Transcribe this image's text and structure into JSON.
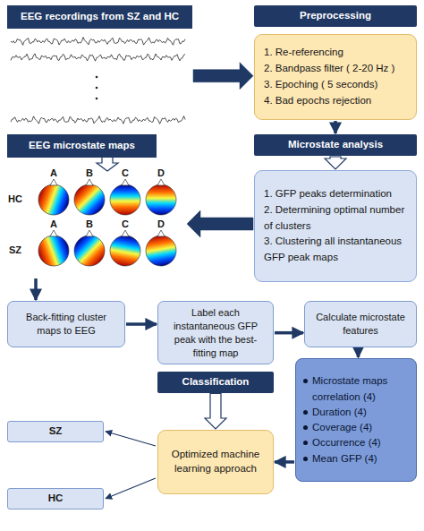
{
  "diagram": {
    "nodes": [
      {
        "text": [
          "EEG recordings from SZ and HC"
        ]
      },
      {
        "text": [
          "Preprocessing"
        ]
      },
      {
        "text": [
          "1. Re-referencing",
          "2. Bandpass filter ( 2-20 Hz )",
          "3. Epoching ( 5 seconds)",
          "4. Bad epochs rejection"
        ]
      },
      {
        "text": [
          "EEG microstate maps"
        ]
      },
      {
        "text": [
          "Microstate analysis"
        ]
      },
      {
        "text": [
          "1. GFP peaks determination",
          "2. Determining optimal number of clusters",
          "3. Clustering all instantaneous GFP peak maps"
        ]
      },
      {
        "text": [
          "Back-fitting cluster maps to EEG"
        ]
      },
      {
        "text": [
          "Label each instantaneous GFP peak with the best-fitting map"
        ]
      },
      {
        "text": [
          "Calculate microstate features"
        ]
      },
      {
        "text": [
          "Classification"
        ]
      },
      {
        "text": [
          "Microstate maps correlation (4)",
          "Duration (4)",
          "Coverage (4)",
          "Occurrence (4)",
          "Mean GFP (4)"
        ]
      },
      {
        "text": [
          "SZ"
        ]
      },
      {
        "text": [
          "Optimized machine learning approach"
        ]
      },
      {
        "text": [
          "HC"
        ]
      }
    ],
    "edges": [
      {
        "from": 0,
        "to": 2,
        "arrow": "to"
      },
      {
        "from": 2,
        "to": 4,
        "arrow": "to"
      },
      {
        "from": 4,
        "to": 5,
        "arrow": "to"
      },
      {
        "from": 5,
        "to": 3,
        "arrow": "to"
      },
      {
        "from": 3,
        "to": 6,
        "arrow": "to"
      },
      {
        "from": 6,
        "to": 7,
        "arrow": "to"
      },
      {
        "from": 7,
        "to": 8,
        "arrow": "to"
      },
      {
        "from": 8,
        "to": 10,
        "arrow": "to"
      },
      {
        "from": 10,
        "to": 12,
        "arrow": "to"
      },
      {
        "from": 9,
        "to": 12,
        "arrow": "to"
      },
      {
        "from": 12,
        "to": 11,
        "arrow": "to"
      },
      {
        "from": 12,
        "to": 13,
        "arrow": "to"
      }
    ],
    "labels": [
      "HC",
      "SZ",
      "A",
      "B",
      "C",
      "D",
      "A",
      "B",
      "C",
      "D"
    ]
  }
}
